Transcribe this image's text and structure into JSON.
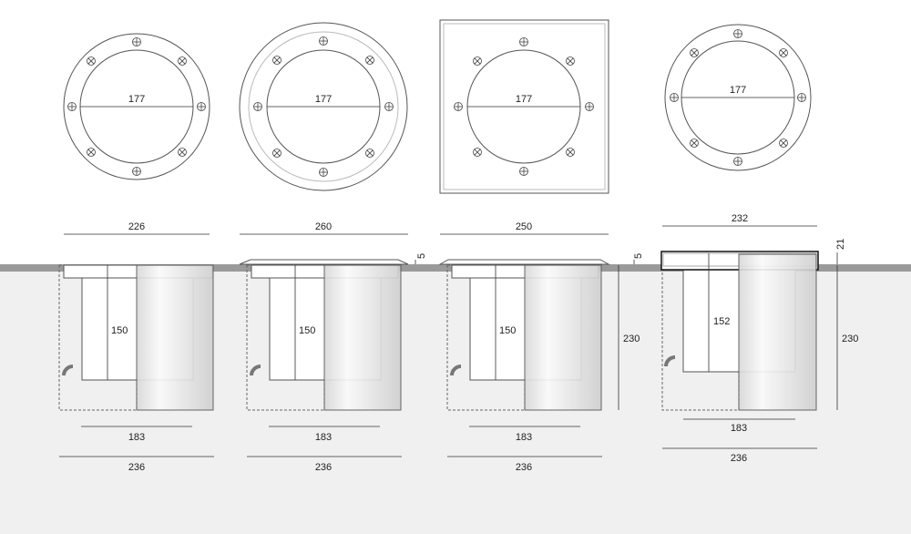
{
  "top_views": [
    {
      "diameter_label": "177"
    },
    {
      "diameter_label": "177"
    },
    {
      "diameter_label": "177"
    },
    {
      "diameter_label": "177"
    }
  ],
  "side_views": [
    {
      "top_width": "226",
      "height": "150",
      "inner_width": "183",
      "outer_width": "236"
    },
    {
      "top_width": "260",
      "height": "150",
      "inner_width": "183",
      "outer_width": "236",
      "protrusion": "5"
    },
    {
      "top_width": "250",
      "height": "150",
      "inner_width": "183",
      "outer_width": "236",
      "protrusion": "5",
      "total_depth": "230"
    },
    {
      "top_width": "232",
      "height": "152",
      "inner_width": "183",
      "outer_width": "236",
      "protrusion": "21",
      "total_depth": "230"
    }
  ],
  "colors": {
    "ground": "#9a9a9a",
    "soil": "#f0f0f0",
    "line": "#555555"
  }
}
